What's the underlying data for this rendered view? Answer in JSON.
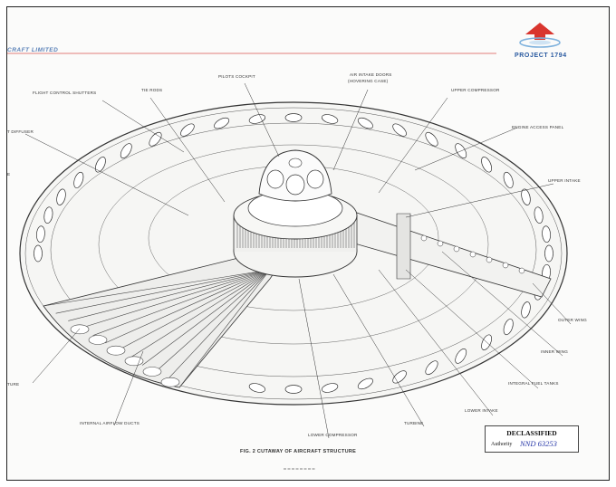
{
  "header": {
    "company_partial": "CRAFT LIMITED",
    "project": "PROJECT 1794"
  },
  "labels": {
    "pilots_cockpit": "PILOTS COCKPIT",
    "air_intake_doors_1": "AIR INTAKE DOORS",
    "air_intake_doors_2": "(HOVERING CASE)",
    "upper_compressor": "UPPER COMPRESSOR",
    "flight_control_shutters": "FLIGHT CONTROL SHUTTERS",
    "tie_rods": "TIE RODS",
    "engine_access_panel": "ENGINE ACCESS PANEL",
    "diffuser_partial": "T DIFFUSER",
    "upper_intake": "UPPER INTAKE",
    "outer_wing": "OUTER WING",
    "inner_wing": "INNER WING",
    "integral_fuel_tanks": "INTEGRAL FUEL TANKS",
    "lower_intake": "LOWER INTAKE",
    "turbine": "TURBINE",
    "lower_compressor": "LOWER COMPRESSOR",
    "internal_airflow_ducts": "INTERNAL AIRFLOW DUCTS",
    "left_partial_1": "E",
    "left_partial_2": "TURE"
  },
  "caption": "FIG. 2 CUTAWAY OF AIRCRAFT STRUCTURE",
  "stamp": {
    "title": "DECLASSIFIED",
    "authority_label": "Authority",
    "authority_value": "NND 63253"
  },
  "colors": {
    "header_line": "#d9534f",
    "logo_red": "#d9352e",
    "logo_blue": "#7fb2dd",
    "ink": "#333333"
  },
  "icons": {
    "logo": "saucer-house-logo-icon"
  }
}
